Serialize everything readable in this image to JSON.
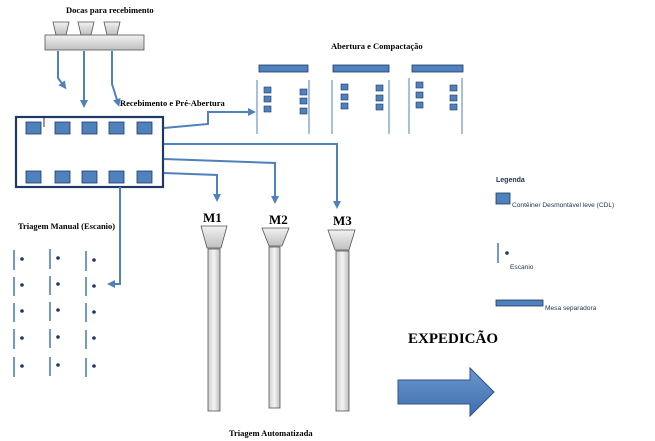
{
  "labels": {
    "docks": "Docas para recebimento",
    "receiving": "Recebimento e Pré-Abertura",
    "opening": "Abertura e Compactação",
    "manual_sorting": "Triagem Manual (Escanio)",
    "m1": "M1",
    "m2": "M2",
    "m3": "M3",
    "automated_sorting": "Triagem Automatizada",
    "shipping": "EXPEDICÃO"
  },
  "legend": {
    "title": "Legenda",
    "items": [
      {
        "icon": "container-icon",
        "label": "Contêiner Desmontável leve (CDL)"
      },
      {
        "icon": "scanner-icon",
        "label": "Escanio"
      },
      {
        "icon": "separator-table-icon",
        "label": "Mesa separadora"
      }
    ]
  },
  "colors": {
    "blue": "#4f81bd",
    "navy": "#1f3864",
    "gray_light": "#e6e6e6",
    "gray_dark": "#a6a6a6"
  }
}
